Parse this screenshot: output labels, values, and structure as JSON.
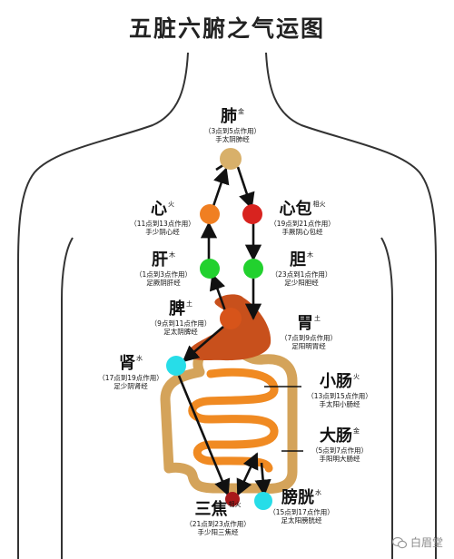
{
  "title": "五脏六腑之气运图",
  "organs": [
    {
      "name": "肺",
      "element": "金",
      "time": "（3点到5点作用）",
      "meridian": "手太阴肺经"
    },
    {
      "name": "心",
      "element": "火",
      "time": "（11点到13点作用）",
      "meridian": "手少阴心经"
    },
    {
      "name": "心包",
      "element": "相火",
      "time": "（19点到21点作用）",
      "meridian": "手厥阴心包经"
    },
    {
      "name": "肝",
      "element": "木",
      "time": "（1点到3点作用）",
      "meridian": "足厥阴肝经"
    },
    {
      "name": "胆",
      "element": "木",
      "time": "（23点到1点作用）",
      "meridian": "足少阳胆经"
    },
    {
      "name": "脾",
      "element": "土",
      "time": "（9点到11点作用）",
      "meridian": "足太阴脾经"
    },
    {
      "name": "胃",
      "element": "土",
      "time": "（7点到9点作用）",
      "meridian": "足阳明胃经"
    },
    {
      "name": "肾",
      "element": "水",
      "time": "（17点到19点作用）",
      "meridian": "足少阴肾经"
    },
    {
      "name": "小肠",
      "element": "火",
      "time": "（13点到15点作用）",
      "meridian": "手太阳小肠经"
    },
    {
      "name": "大肠",
      "element": "金",
      "time": "（5点到7点作用）",
      "meridian": "手阳明大肠经"
    },
    {
      "name": "三焦",
      "element": "相火",
      "time": "（21点到23点作用）",
      "meridian": "手少阳三焦经"
    },
    {
      "name": "膀胱",
      "element": "水",
      "time": "（15点到17点作用）",
      "meridian": "足太阳膀胱经"
    }
  ],
  "node_colors": {
    "lung": "#d8b06a",
    "heart": "#f07f22",
    "pericardium": "#d8231f",
    "liver": "#22d12e",
    "gallbladder": "#22d12e",
    "spleen": "#d7541a",
    "kidney": "#27dde8",
    "triple_burner": "#a8181a",
    "bladder": "#27dde8"
  },
  "organ_colors": {
    "stomach": "#c8501c",
    "small_intestine": "#f08a22",
    "large_intestine": "#d4a35a"
  },
  "watermark": "白眉堂"
}
